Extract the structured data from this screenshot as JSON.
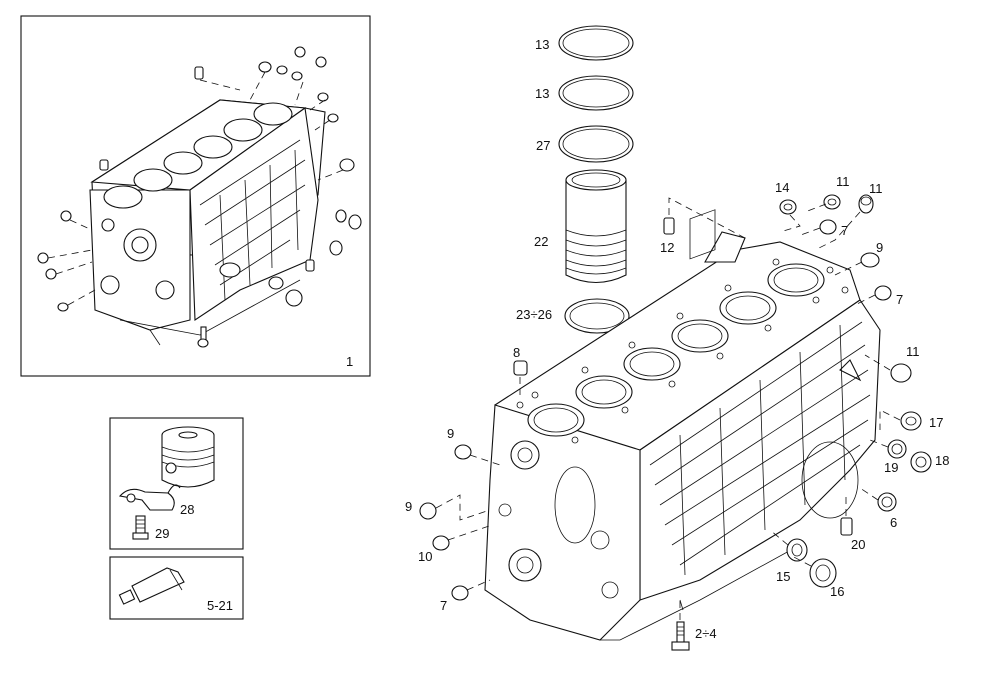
{
  "figure": {
    "box_labels": {
      "block_assembly": "1",
      "piston_kit": "28",
      "piston_kit_bolt": "29",
      "sealant": "5-21"
    },
    "callouts": {
      "liner_ring_top": "13",
      "liner_ring_mid": "13",
      "liner_ring_27": "27",
      "cylinder_liner": "22",
      "liner_seal": "23÷26",
      "dowel_12": "12",
      "plug_14": "14",
      "plug_11_a": "11",
      "plug_11_b": "11",
      "plug_7_a": "7",
      "plug_9_a": "9",
      "plug_7_b": "7",
      "plug_8": "8",
      "plug_11_c": "11",
      "plug_17": "17",
      "plug_19": "19",
      "plug_18": "18",
      "plug_6": "6",
      "dowel_20": "20",
      "seal_15": "15",
      "plug_16": "16",
      "plug_9_b": "9",
      "plug_9_c": "9",
      "dowel_10": "10",
      "plug_7_c": "7",
      "bolt_2_4": "2÷4"
    }
  }
}
